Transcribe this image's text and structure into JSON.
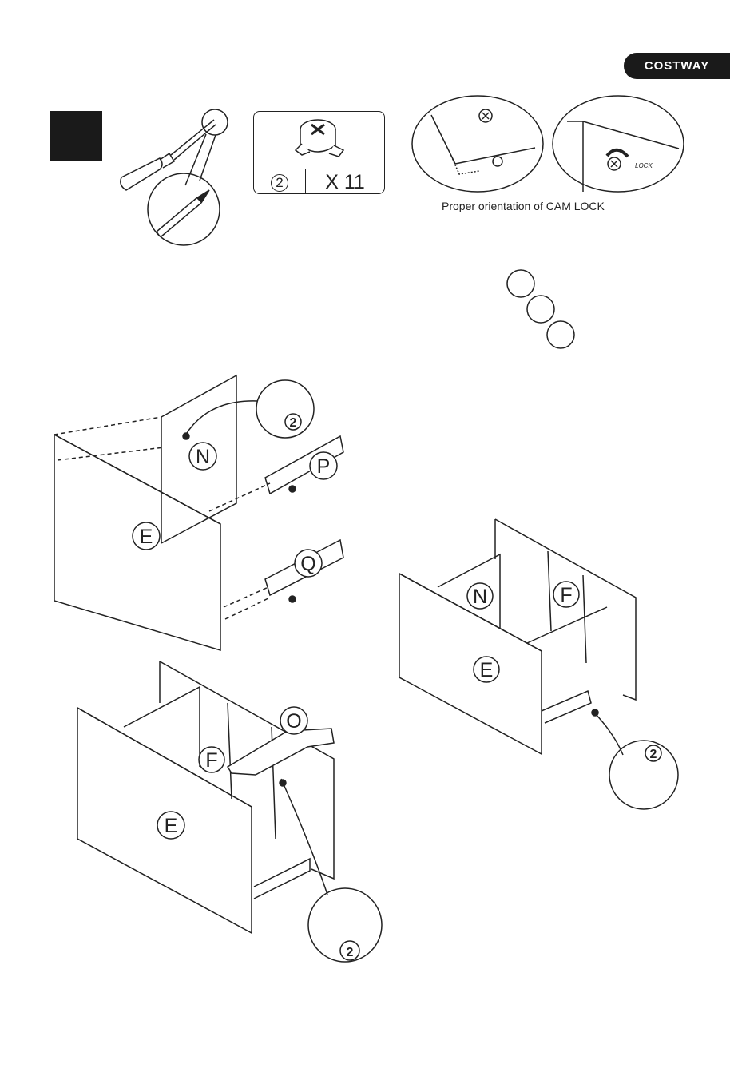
{
  "brand": {
    "name": "COSTWAY"
  },
  "hardware": {
    "part_number": "2",
    "quantity": "X 11"
  },
  "cam_lock": {
    "caption": "Proper orientation of CAM LOCK",
    "lock_text": "LOCK"
  },
  "parts": {
    "E": "E",
    "N": "N",
    "P": "P",
    "Q": "Q",
    "F": "F",
    "O": "O"
  },
  "callout_number": "2",
  "colors": {
    "ink": "#222222",
    "brand_bg": "#1a1a1a",
    "paper": "#ffffff"
  }
}
